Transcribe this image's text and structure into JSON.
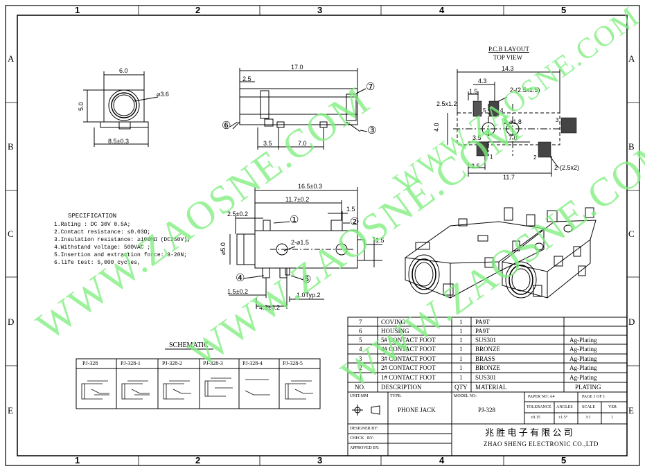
{
  "frame": {
    "cols": [
      "1",
      "2",
      "3",
      "4",
      "5"
    ],
    "rows": [
      "A",
      "B",
      "C",
      "D",
      "E"
    ]
  },
  "front_view": {
    "width": "6.0",
    "height": "5.0",
    "hole": "⌀3.6",
    "base": "8.5±0.3"
  },
  "side_view": {
    "length": "17.0",
    "d1": "2.5",
    "d2": "3.5",
    "d3": "7.0",
    "callouts": [
      "⑦",
      "③",
      "⑥"
    ]
  },
  "pcb": {
    "title": "P.C.B LAYOUT",
    "subtitle": "TOP VIEW",
    "dims": {
      "width": "14.3",
      "d43": "4.3",
      "d15": "1.5",
      "pad_top": "2-(2.5x1.5)",
      "d25x12": "2.5x1.2",
      "height": "4.0",
      "holes": "2-⌀1.8",
      "d35": "3.5",
      "d70": "7.0",
      "d25": "2.5",
      "d117": "11.7",
      "pad_bottom": "2-(2.5x2)"
    },
    "pin_numbers": [
      "5",
      "4",
      "3",
      "1",
      "2"
    ]
  },
  "top_view": {
    "d165": "16.5±0.3",
    "d117": "11.7±0.2",
    "d25": "2.5±0.2",
    "d15a": "1.5",
    "d15b": "1.5",
    "dia5": "⌀5.0",
    "holes": "2-⌀1.5",
    "d15c": "1.5±0.2",
    "d43": "4.3±0.2",
    "typ": "1.0Typ.2",
    "callouts": [
      "①",
      "②",
      "④",
      "⑤"
    ]
  },
  "spec": {
    "title": "SPECIFICATION",
    "lines": [
      "1.Rating : DC 30V 0.5A;",
      "2.Contact resistance: ≤0.03Ω;",
      "3.Insulation resistance: ≥100MΩ (DC250V);",
      "4.Withstand voltage: 500VAC ;",
      "5.Insertion and extraction force: 3-20N;",
      "6.life test: 5,000 cycles,"
    ]
  },
  "schematic": {
    "title": "SCHEMATIC",
    "headers": [
      "PJ-328",
      "PJ-328-1",
      "PJ-328-2",
      "PJ-328-3",
      "PJ-328-4",
      "PJ-328-5"
    ]
  },
  "bom": {
    "rows": [
      [
        "7",
        "COVING",
        "1",
        "PA9T",
        ""
      ],
      [
        "6",
        "HOUSING",
        "1",
        "PA9T",
        ""
      ],
      [
        "5",
        "5# CONTACT FOOT",
        "1",
        "SUS301",
        "Ag-Plating"
      ],
      [
        "4",
        "4# CONTACT FOOT",
        "1",
        "BRONZE",
        "Ag-Plating"
      ],
      [
        "3",
        "3# CONTACT FOOT",
        "1",
        "BRASS",
        "Ag-Plating"
      ],
      [
        "2",
        "2# CONTACT FOOT",
        "1",
        "BRONZE",
        "Ag-Plating"
      ],
      [
        "1",
        "1# CONTACT FOOT",
        "1",
        "SUS301",
        "Ag-Plating"
      ]
    ],
    "header": [
      "NO.",
      "DESCRIPTION",
      "QTY",
      "MATERIAL",
      "PLATING"
    ]
  },
  "title_block": {
    "unit": "UNIT:MM",
    "type_label": "TYPE:",
    "type_value": "PHONE JACK",
    "model_label": "MODEL NO:",
    "model_value": "PJ-328",
    "paper": "PAPER NO: A4",
    "page": "PAGE 1 OF 1",
    "tolerance_label": "TOLERANCE",
    "angles_label": "ANGLES",
    "scale_label": "SCALE",
    "ver_label": "VER",
    "tolerance_value": "±0.15",
    "angles_value": "±1.5°",
    "scale_value": "3:1",
    "ver_value": "1",
    "designer": "DESIGNER BY:",
    "check": "CHECK   BY:",
    "approved": "APPROVED BY:",
    "company_cn": "兆 胜 电 子 有 限 公 司",
    "company_en": "ZHAO SHENG ELECTRONIC CO.,LTD"
  },
  "watermarks": [
    "WWW.ZAOSNE.COM",
    "WWW.ZAOSNE.COM",
    "WWW.ZAOSNE.COM",
    "WWW.ZAOSNE.COM"
  ]
}
